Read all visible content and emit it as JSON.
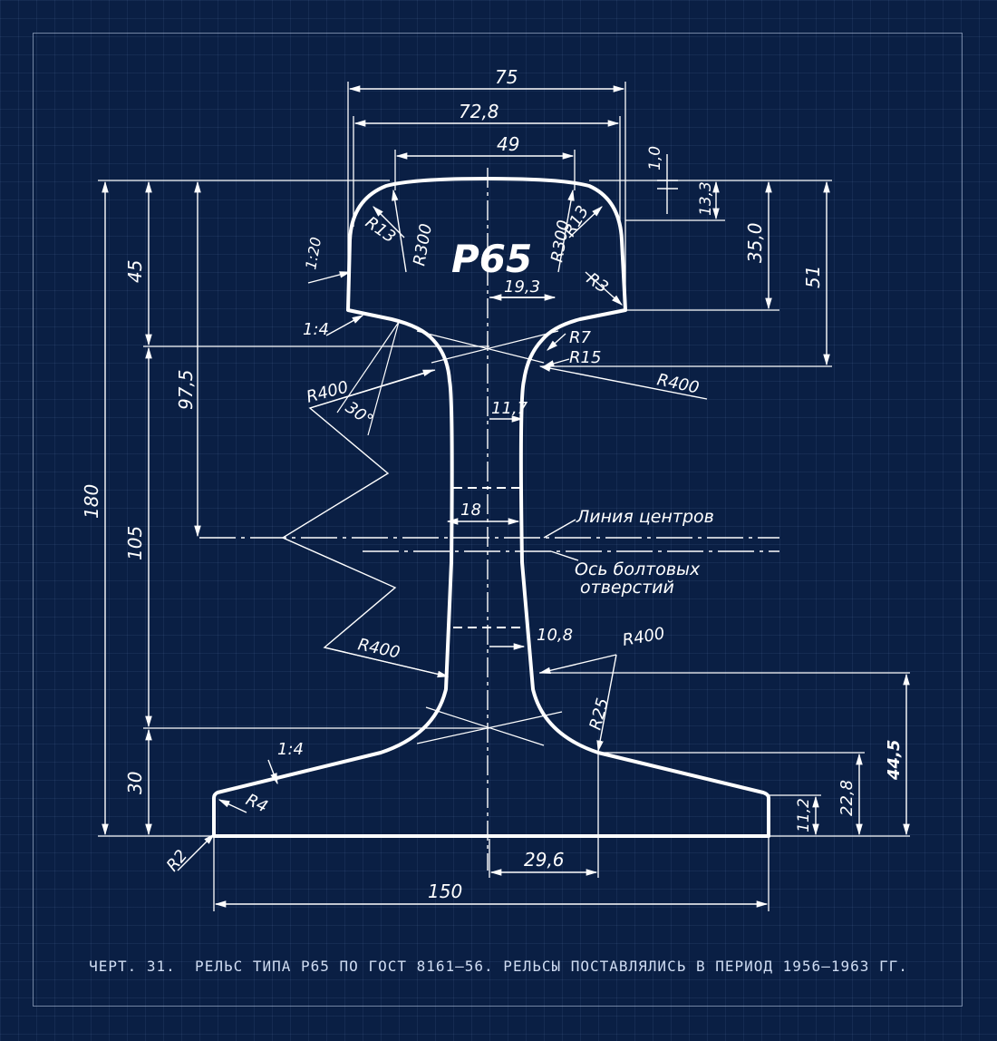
{
  "title": "P65",
  "caption": "ЧЕРТ. 31.  РЕЛЬС ТИПА Р65 ПО ГОСТ 8161—56. РЕЛЬСЫ ПОСТАВЛЯЛИСЬ В ПЕРИОД 1956—1963 ГГ.",
  "colors": {
    "background": "#0a1f44",
    "line": "#ffffff",
    "caption": "#cfdcf2"
  },
  "dimensions": {
    "width_75": "75",
    "width_72_8": "72,8",
    "width_49": "49",
    "d_1_0": "1,0",
    "d_13_3": "13,3",
    "d_35_0": "35,0",
    "d_51": "51",
    "d_45": "45",
    "d_180": "180",
    "d_97_5": "97,5",
    "d_105": "105",
    "d_30": "30",
    "d_19_3": "19,3",
    "d_11_7": "11,7",
    "d_18": "18",
    "d_10_8": "10,8",
    "d_29_6": "29,6",
    "d_150": "150",
    "d_11_2": "11,2",
    "d_22_8": "22,8",
    "d_44_5": "44,5"
  },
  "radii": {
    "r13_left": "R13",
    "r13_right": "R13",
    "r300_left": "R300",
    "r300_right": "R300",
    "r3": "R3",
    "r7": "R7",
    "r15": "R15",
    "r400_upper_left": "R400",
    "r400_upper_right": "R400",
    "r400_lower_left": "R400",
    "r400_lower_right": "R400",
    "r25": "R25",
    "r4": "R4",
    "r2": "R2"
  },
  "slopes": {
    "head_side": "1:20",
    "head_under": "1:4",
    "foot_top": "1:4"
  },
  "angle": "30°",
  "labels": {
    "centers_line": "Линия центров",
    "bolt_axis_1": "Ось болтовых",
    "bolt_axis_2": "отверстий"
  }
}
